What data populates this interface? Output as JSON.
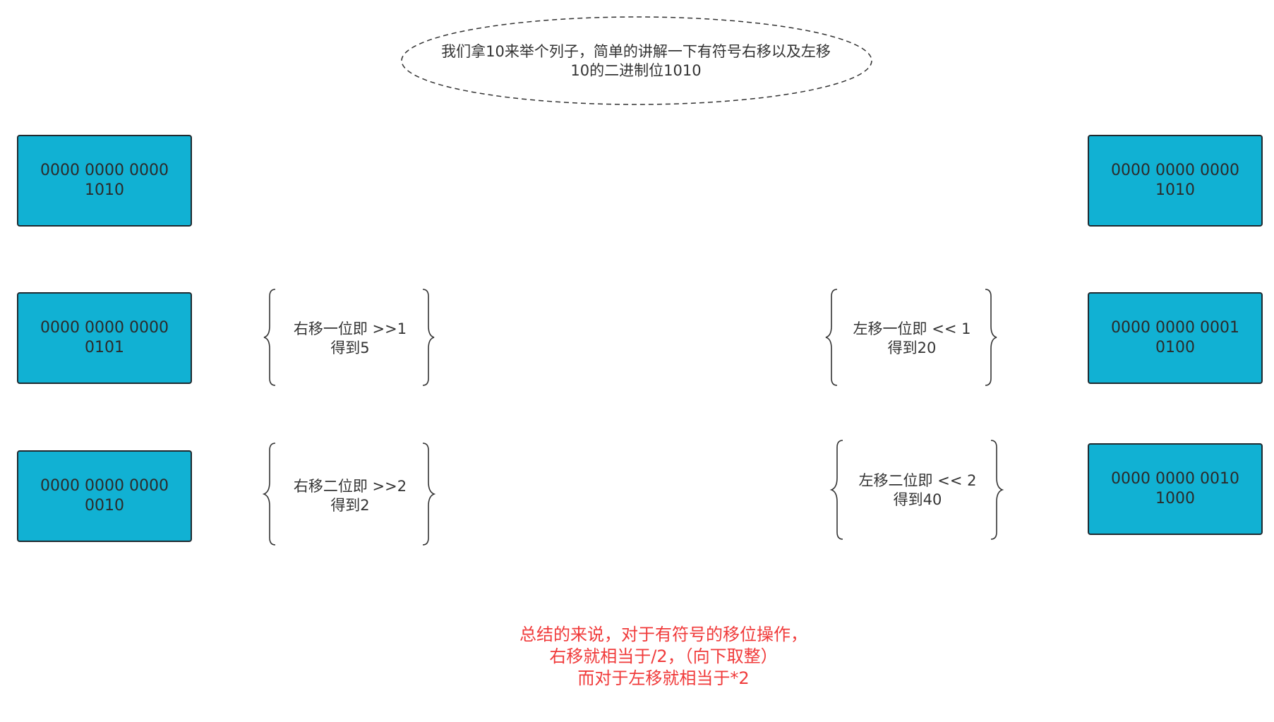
{
  "intro": {
    "text": "我们拿10来举个列子，简单的讲解一下有符号右移以及左移\n10的二进制位1010"
  },
  "left_boxes": [
    {
      "value": "0000 0000 0000 1010"
    },
    {
      "value": "0000 0000 0000 0101"
    },
    {
      "value": "0000 0000 0000 0010"
    }
  ],
  "right_boxes": [
    {
      "value": "0000 0000 0000 1010"
    },
    {
      "value": "0000 0000 0001 0100"
    },
    {
      "value": "0000 0000 0010 1000"
    }
  ],
  "right_shift_notes": [
    {
      "text": "右移一位即 >>1\n得到5"
    },
    {
      "text": "右移二位即 >>2\n得到2"
    }
  ],
  "left_shift_notes": [
    {
      "text": "左移一位即 << 1\n得到20"
    },
    {
      "text": "左移二位即 << 2\n得到40"
    }
  ],
  "summary": {
    "text": "总结的来说，对于有符号的移位操作，\n右移就相当于/2，（向下取整）\n而对于左移就相当于*2"
  },
  "colors": {
    "box_fill": "#11b1d3",
    "box_border": "#1f2a30",
    "summary_text": "#f03a3a",
    "brace_stroke": "#333333"
  }
}
